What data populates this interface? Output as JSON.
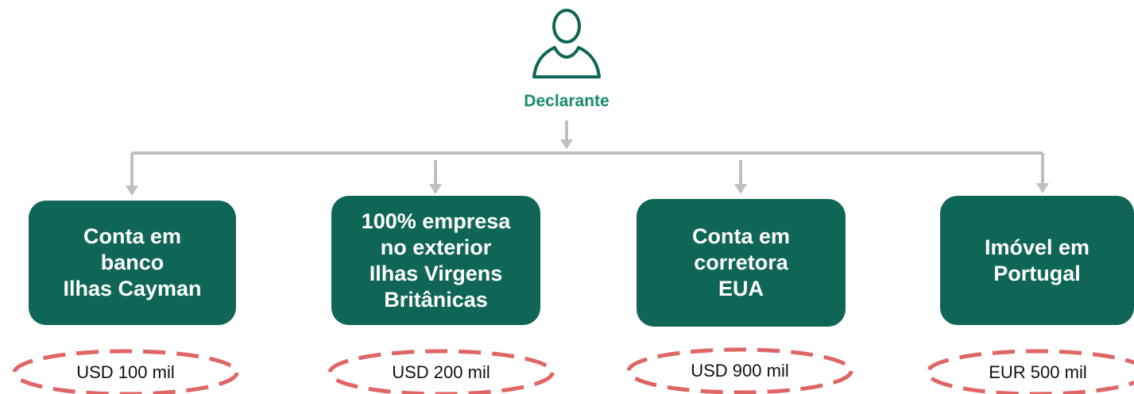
{
  "colors": {
    "accent": "#0f6656",
    "title_text": "#1a8a6f",
    "connector": "#bfbfbf",
    "ellipse": "#e06666",
    "value_text": "#111111"
  },
  "declarant": {
    "icon": "person-icon",
    "label": "Declarante"
  },
  "assets": [
    {
      "lines": [
        "Conta em",
        "banco",
        "Ilhas Cayman"
      ],
      "value": "USD 100 mil"
    },
    {
      "lines": [
        "100% empresa",
        "no exterior",
        "Ilhas Virgens",
        "Britânicas"
      ],
      "value": "USD 200 mil"
    },
    {
      "lines": [
        "Conta em",
        "corretora",
        "EUA"
      ],
      "value": "USD 900 mil"
    },
    {
      "lines": [
        "Imóvel em",
        "Portugal"
      ],
      "value": "EUR 500 mil"
    }
  ]
}
